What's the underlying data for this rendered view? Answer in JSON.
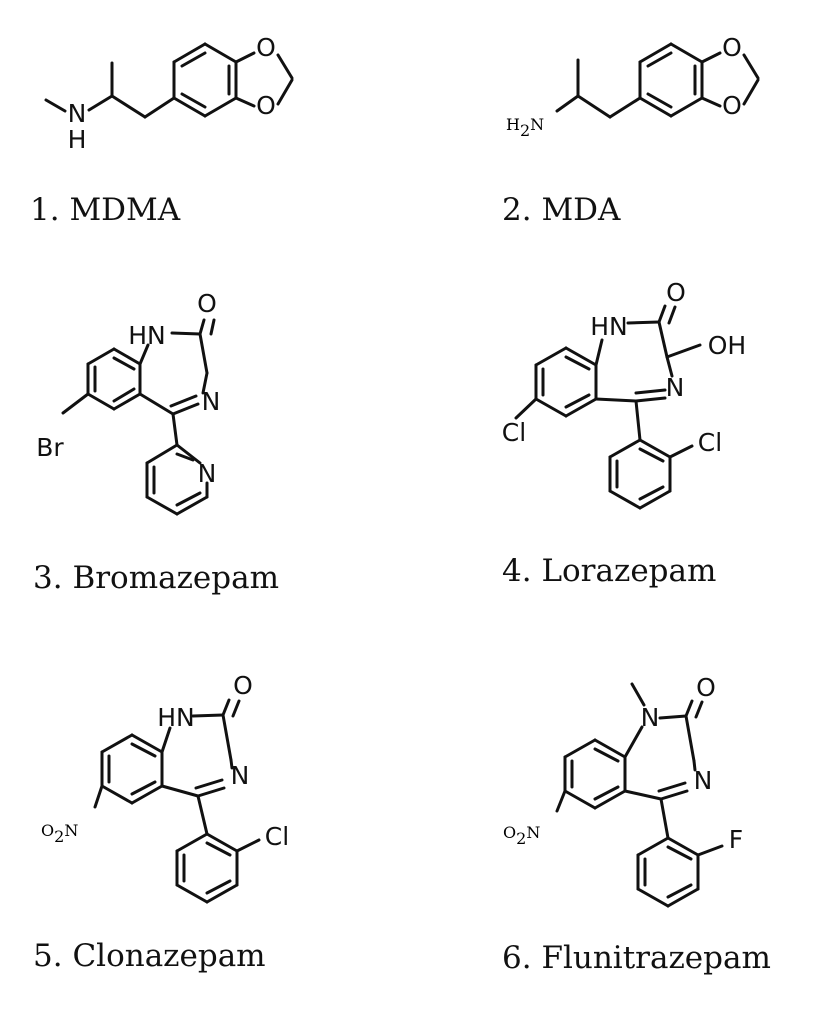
{
  "compounds": [
    {
      "number": "1.",
      "name": "MDMA",
      "atoms": [
        {
          "text": "N",
          "sub": ""
        },
        {
          "text": "H",
          "sub": ""
        },
        {
          "text": "O",
          "sub": ""
        },
        {
          "text": "O",
          "sub": ""
        }
      ]
    },
    {
      "number": "2.",
      "name": "MDA",
      "atoms": [
        {
          "text": "H",
          "sub": "2"
        },
        {
          "text": "N",
          "sub": ""
        },
        {
          "text": "O",
          "sub": ""
        },
        {
          "text": "O",
          "sub": ""
        }
      ]
    },
    {
      "number": "3.",
      "name": "Bromazepam",
      "atoms": [
        {
          "text": "O",
          "sub": ""
        },
        {
          "text": "HN",
          "sub": ""
        },
        {
          "text": "N",
          "sub": ""
        },
        {
          "text": "Br",
          "sub": ""
        },
        {
          "text": "N",
          "sub": ""
        }
      ]
    },
    {
      "number": "4.",
      "name": "Lorazepam",
      "atoms": [
        {
          "text": "O",
          "sub": ""
        },
        {
          "text": "HN",
          "sub": ""
        },
        {
          "text": "OH",
          "sub": ""
        },
        {
          "text": "N",
          "sub": ""
        },
        {
          "text": "Cl",
          "sub": ""
        },
        {
          "text": "Cl",
          "sub": ""
        }
      ]
    },
    {
      "number": "5.",
      "name": "Clonazepam",
      "atoms": [
        {
          "text": "O",
          "sub": ""
        },
        {
          "text": "HN",
          "sub": ""
        },
        {
          "text": "N",
          "sub": ""
        },
        {
          "text": "O",
          "sub": "2"
        },
        {
          "text": "N",
          "sub": ""
        },
        {
          "text": "Cl",
          "sub": ""
        }
      ]
    },
    {
      "number": "6.",
      "name": "Flunitrazepam",
      "atoms": [
        {
          "text": "O",
          "sub": ""
        },
        {
          "text": "N",
          "sub": ""
        },
        {
          "text": "N",
          "sub": ""
        },
        {
          "text": "O",
          "sub": "2"
        },
        {
          "text": "N",
          "sub": ""
        },
        {
          "text": "F",
          "sub": ""
        }
      ]
    }
  ]
}
